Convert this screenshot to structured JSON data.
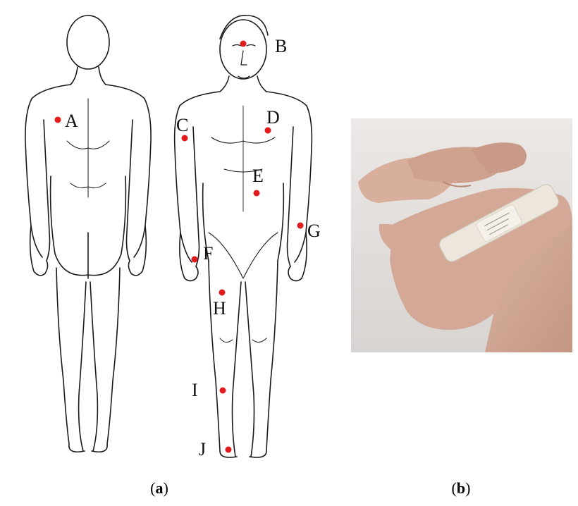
{
  "panel_a": {
    "caption_open": "(",
    "caption_letter": "a",
    "caption_close": ")",
    "markers": [
      {
        "label": "A"
      },
      {
        "label": "B"
      },
      {
        "label": "C"
      },
      {
        "label": "D"
      },
      {
        "label": "E"
      },
      {
        "label": "F"
      },
      {
        "label": "G"
      },
      {
        "label": "H"
      },
      {
        "label": "I"
      },
      {
        "label": "J"
      }
    ],
    "marker_color": "#e01b1b",
    "outline_color": "#1a1a1a"
  },
  "panel_b": {
    "caption_open": "(",
    "caption_letter": "b",
    "caption_close": ")",
    "photo_description_icon": "hand-with-adhesive-bandage-photo"
  }
}
